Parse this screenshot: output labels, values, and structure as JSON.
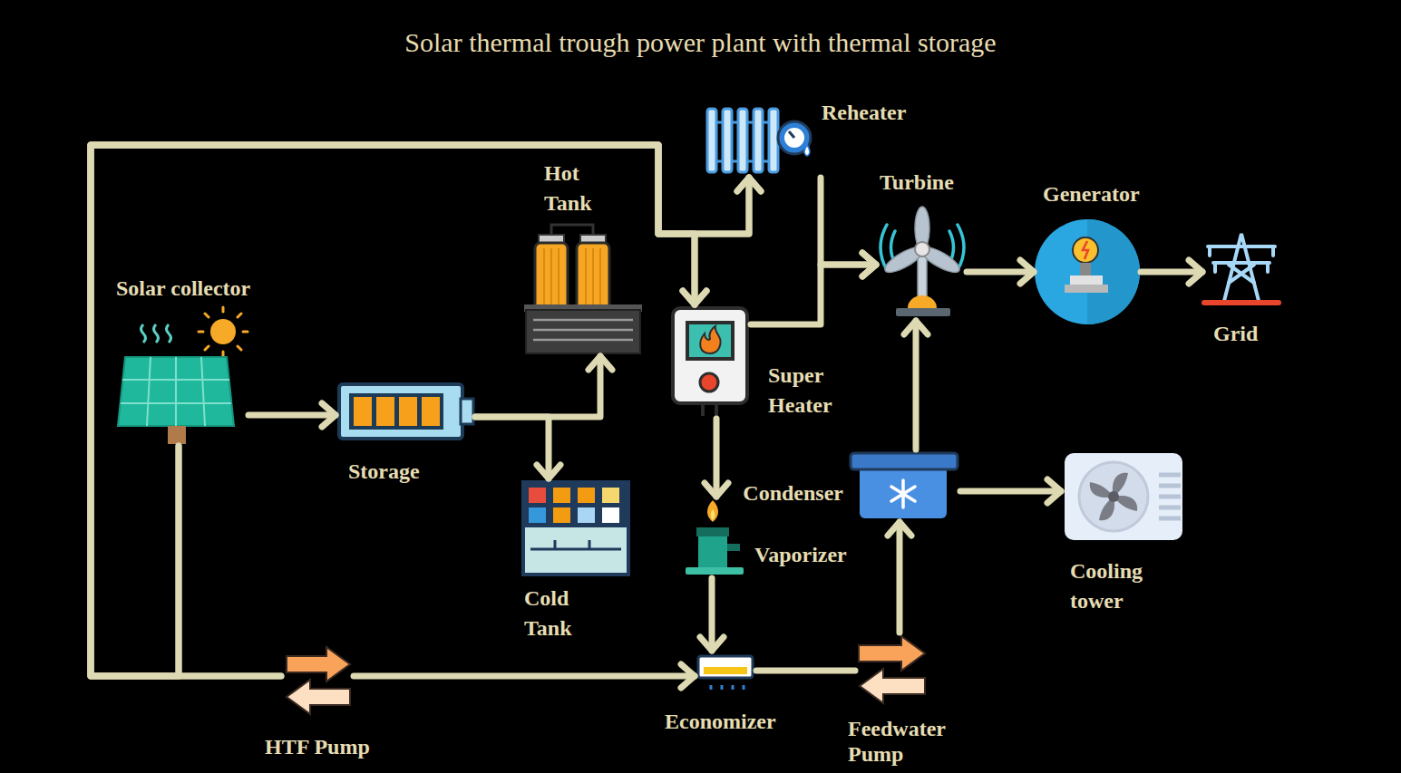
{
  "diagram": {
    "title": "Solar thermal trough power plant with thermal storage",
    "nodes": [
      {
        "text": [
          "Reheater"
        ]
      },
      {
        "text": [
          "Turbine"
        ]
      },
      {
        "text": [
          "Generator"
        ]
      },
      {
        "text": [
          "Hot Tank"
        ]
      },
      {
        "text": [
          "Solar collector"
        ]
      },
      {
        "text": [
          "Storage"
        ]
      },
      {
        "text": [
          "Super Heater"
        ]
      },
      {
        "text": [
          "Grid"
        ]
      },
      {
        "text": [
          "Condenser"
        ]
      },
      {
        "text": [
          "Vaporizer"
        ]
      },
      {
        "text": [
          "Cold Tank"
        ]
      },
      {
        "text": [
          "Cooling tower"
        ]
      },
      {
        "text": [
          "HTF Pump"
        ]
      },
      {
        "text": [
          "Economizer"
        ]
      },
      {
        "text": [
          "Feedwater Pump"
        ]
      }
    ],
    "edges": [
      {
        "from": 4,
        "to": 5,
        "arrow": "to"
      },
      {
        "from": 5,
        "to": 3,
        "arrow": "to"
      },
      {
        "from": 5,
        "to": 10,
        "arrow": "to"
      },
      {
        "from": 4,
        "to": 0,
        "arrow": "to"
      },
      {
        "from": 4,
        "to": 6,
        "arrow": "to"
      },
      {
        "from": 12,
        "to": 0,
        "arrow": "to"
      },
      {
        "from": 12,
        "to": 6,
        "arrow": "to"
      },
      {
        "from": 12,
        "to": 13,
        "arrow": "to"
      },
      {
        "from": 0,
        "to": 1,
        "arrow": "to"
      },
      {
        "from": 6,
        "to": 1,
        "arrow": "to"
      },
      {
        "from": 6,
        "to": 9,
        "arrow": "to"
      },
      {
        "from": 9,
        "to": 13,
        "arrow": "to"
      },
      {
        "from": 13,
        "to": 14,
        "arrow": "none"
      },
      {
        "from": 14,
        "to": 8,
        "arrow": "to"
      },
      {
        "from": 8,
        "to": 1,
        "arrow": "to"
      },
      {
        "from": 8,
        "to": 11,
        "arrow": "to"
      },
      {
        "from": 1,
        "to": 2,
        "arrow": "to"
      },
      {
        "from": 2,
        "to": 7,
        "arrow": "to"
      }
    ]
  }
}
